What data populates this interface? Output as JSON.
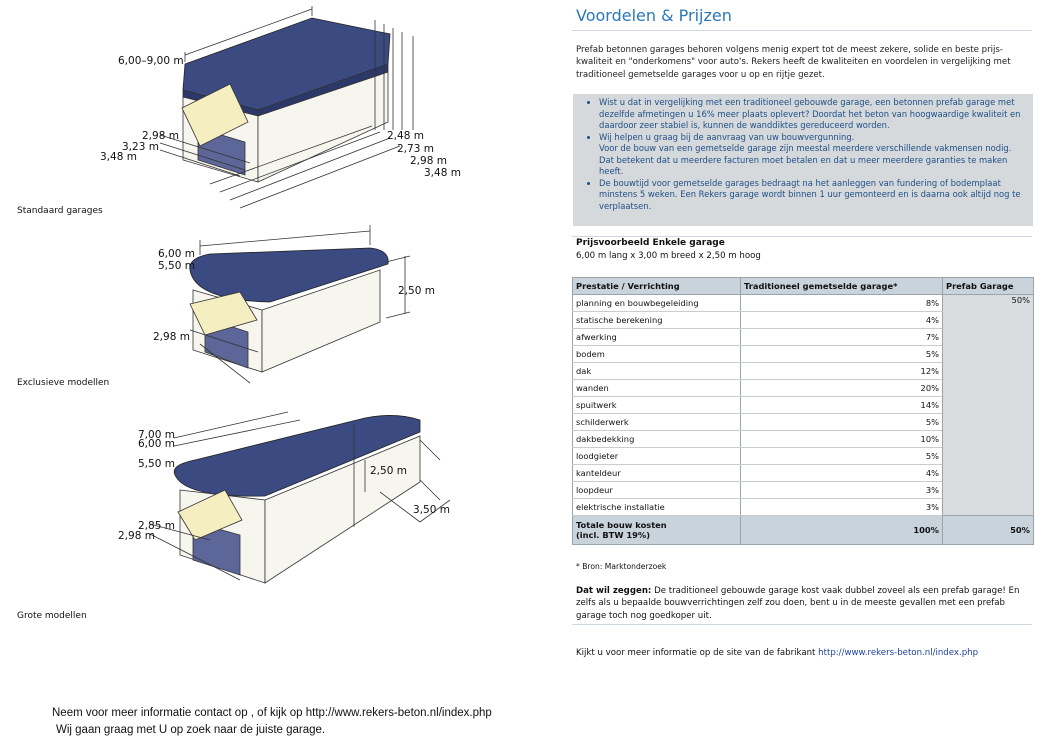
{
  "left": {
    "garage1": {
      "caption": "Standaard garages",
      "dims": [
        "6,00–9,00 m",
        "2,98 m",
        "3,23 m",
        "3,48 m",
        "2,48 m",
        "2,73 m",
        "2,98 m",
        "3,48 m"
      ]
    },
    "garage2": {
      "caption": "Exclusieve modellen",
      "dims": [
        "6,00 m",
        "5,50 m",
        "2,50 m",
        "2,98 m"
      ]
    },
    "garage3": {
      "caption": "Grote modellen",
      "dims": [
        "7,00 m",
        "6,00 m",
        "5,50 m",
        "2,50 m",
        "3,50 m",
        "2,85 m",
        "2,98 m"
      ]
    },
    "footer_line1": "Neem voor meer informatie contact op , of kijk op ",
    "footer_link": "http://www.rekers-beton.nl/index.php",
    "footer_line2": "Wij gaan graag met U op zoek naar de juiste garage."
  },
  "right": {
    "title": "Voordelen & Prijzen",
    "intro": "Prefab betonnen garages behoren volgens menig expert tot de meest zekere, solide en beste prijs-kwaliteit en \"onderkomens\" voor auto's. Rekers heeft de kwaliteiten en voordelen in vergelijking met traditioneel gemetselde garages voor u op en rijtje gezet.",
    "bullets": [
      {
        "text": "Wist u dat in vergelijking met een traditioneel gebouwde garage, een betonnen prefab garage met dezelfde afmetingen u 16% meer plaats oplevert? Doordat het beton van hoogwaardige kwaliteit en daardoor zeer stabiel is, kunnen de wanddiktes gereduceerd worden.",
        "cont": ""
      },
      {
        "text": "Wij helpen u graag bij de aanvraag van uw bouwvergunning.",
        "cont": "Voor de bouw van een gemetselde garage zijn meestal meerdere verschillende vakmensen nodig. Dat betekent dat u meerdere facturen moet betalen en dat u meer meerdere garanties te maken heeft."
      },
      {
        "text": "De bouwtijd voor gemetselde garages bedraagt na het aanleggen van fundering of bodemplaat minstens 5 weken. Een Rekers garage wordt binnen 1 uur gemonteerd en is daarna ook altijd nog te verplaatsen.",
        "cont": ""
      }
    ],
    "price_heading": "Prijsvoorbeeld Enkele garage",
    "price_sub": "6,00 m lang x 3,00 m breed x 2,50 m hoog",
    "table": {
      "headers": [
        "Prestatie / Verrichting",
        "Traditioneel gemetselde garage*",
        "Prefab Garage"
      ],
      "rows": [
        [
          "planning en bouwbegeleiding",
          "8%"
        ],
        [
          "statische berekening",
          "4%"
        ],
        [
          "afwerking",
          "7%"
        ],
        [
          "bodem",
          "5%"
        ],
        [
          "dak",
          "12%"
        ],
        [
          "wanden",
          "20%"
        ],
        [
          "spuitwerk",
          "14%"
        ],
        [
          "schilderwerk",
          "5%"
        ],
        [
          "dakbedekking",
          "10%"
        ],
        [
          "loodgieter",
          "5%"
        ],
        [
          "kanteldeur",
          "4%"
        ],
        [
          "loopdeur",
          "3%"
        ],
        [
          "elektrische installatie",
          "3%"
        ]
      ],
      "prefab_value": "50%",
      "total_label_1": "Totale bouw kosten",
      "total_label_2": "(incl. BTW 19%)",
      "total_trad": "100%",
      "total_prefab": "50%"
    },
    "source": "* Bron: Marktonderzoek",
    "conclusion_bold": "Dat wil zeggen:",
    "conclusion": " De traditioneel gebouwde garage kost vaak dubbel zoveel als een prefab garage! En zelfs als u bepaalde bouwverrichtingen zelf zou doen, bent u in de meeste gevallen met een prefab garage toch nog goedkoper uit.",
    "more_text": "Kijkt u voor meer informatie op de site van de fabrikant  ",
    "more_link": "http://www.rekers-beton.nl/index.php"
  },
  "colors": {
    "roof": "#3b4a80",
    "title_blue": "#2a78b8",
    "bullet_text": "#1d4f86",
    "info_bg": "#d6d9dc",
    "table_head": "#c9d3dc"
  }
}
